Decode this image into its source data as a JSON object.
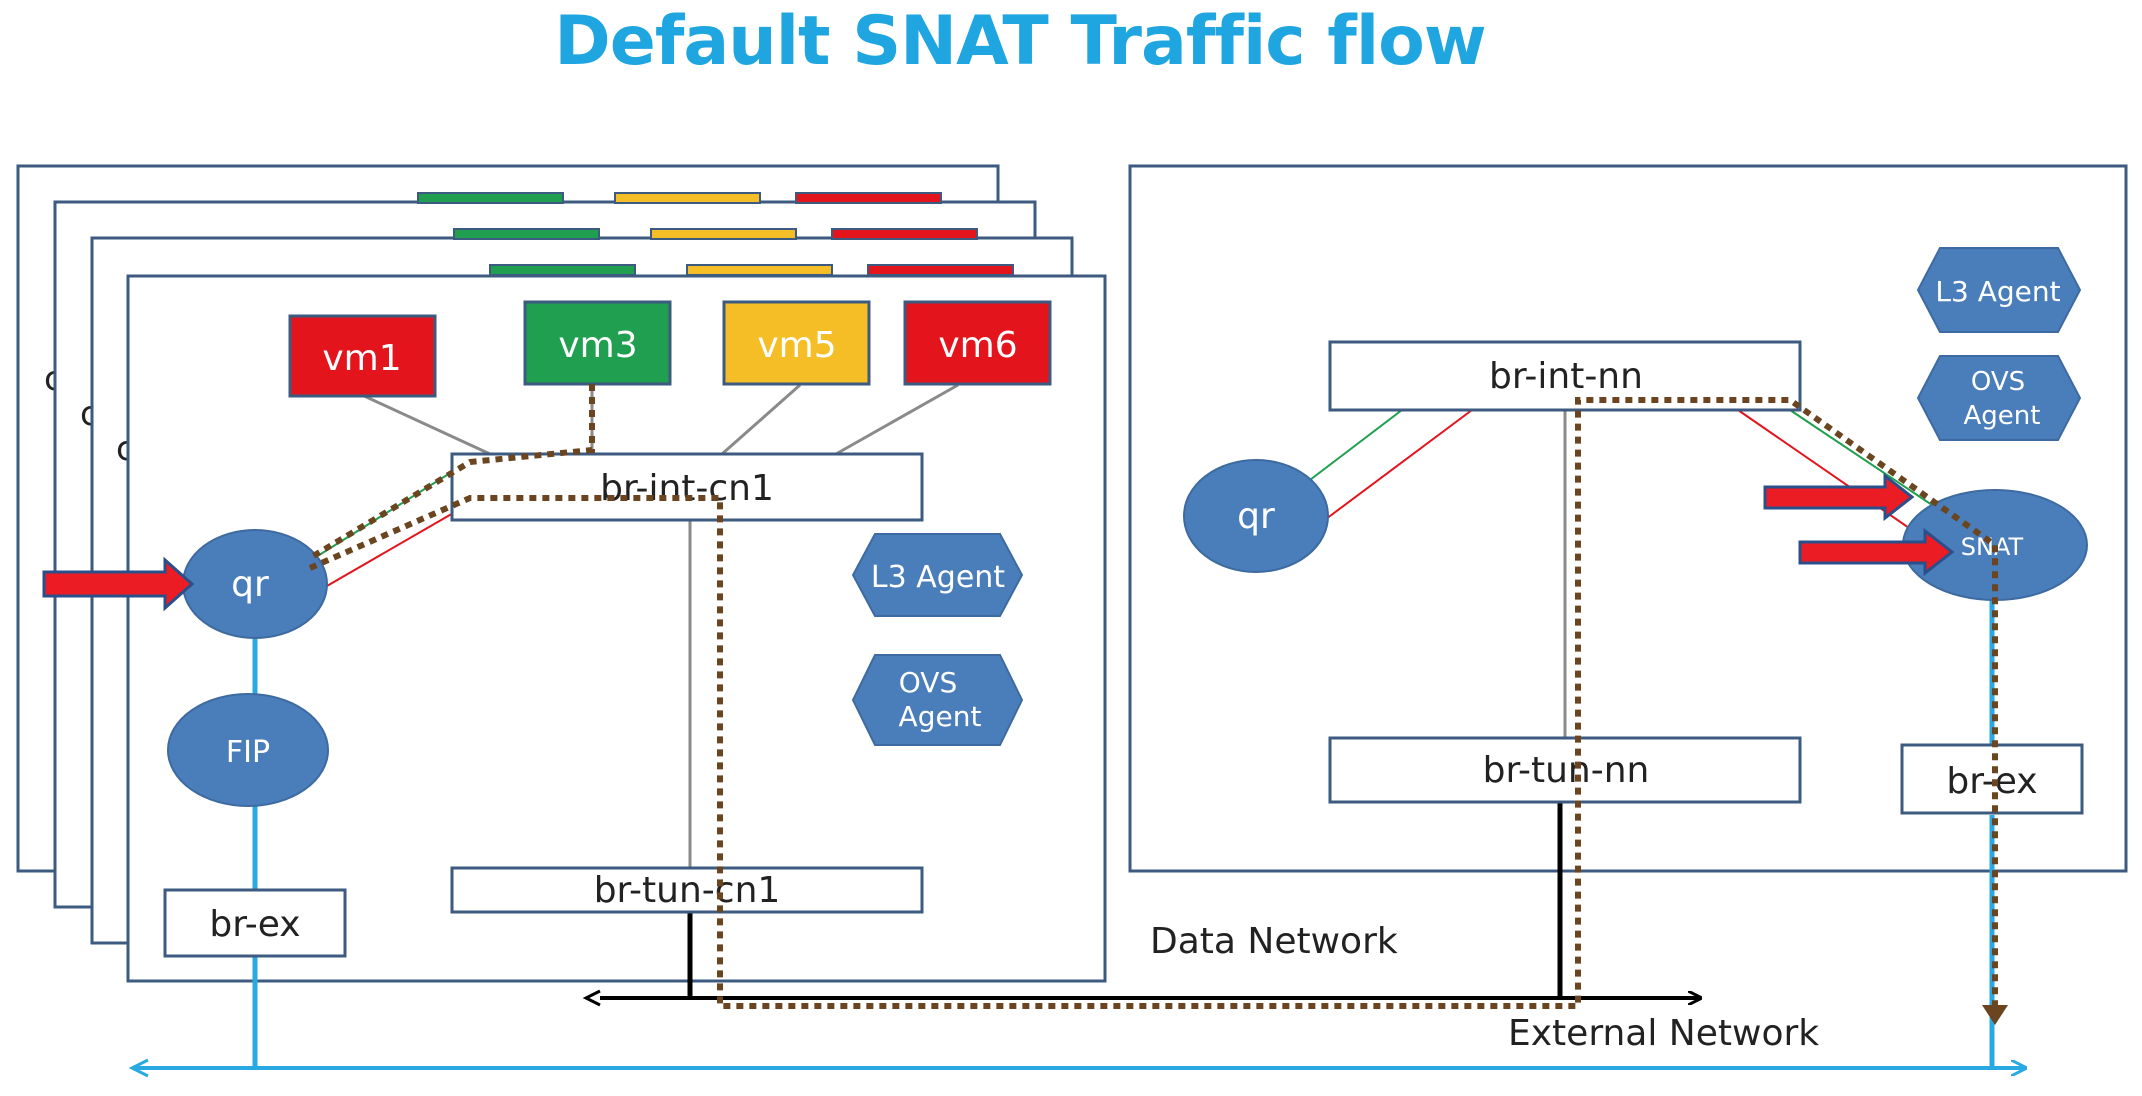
{
  "title": "Default SNAT Traffic flow",
  "colors": {
    "title": "#1fa6e0",
    "frame": "#3d5a80",
    "node_blue": "#4a7ebb",
    "vm_red": "#e3141c",
    "vm_green": "#1f9f4f",
    "vm_yellow": "#f5bd26",
    "external_line": "#29a9e1",
    "flow_dots": "#6b4420",
    "arrow_red": "#ec1c24",
    "arrow_outline": "#2a4f8a"
  },
  "compute": {
    "bg_frame_letter": "c",
    "vms": [
      {
        "label": "vm1",
        "color": "#e3141c"
      },
      {
        "label": "vm3",
        "color": "#1f9f4f"
      },
      {
        "label": "vm5",
        "color": "#f5bd26"
      },
      {
        "label": "vm6",
        "color": "#e3141c"
      }
    ],
    "br_int": "br-int-cn1",
    "br_tun": "br-tun-cn1",
    "br_ex": "br-ex",
    "qr": "qr",
    "fip": "FIP",
    "l3_agent": "L3 Agent",
    "ovs_agent_line1": "OVS",
    "ovs_agent_line2": "Agent"
  },
  "network_node": {
    "br_int": "br-int-nn",
    "br_tun": "br-tun-nn",
    "br_ex": "br-ex",
    "qr": "qr",
    "snat": "SNAT",
    "l3_agent": "L3 Agent",
    "ovs_agent_line1": "OVS",
    "ovs_agent_line2": "Agent"
  },
  "networks": {
    "data": "Data Network",
    "external": "External Network"
  }
}
